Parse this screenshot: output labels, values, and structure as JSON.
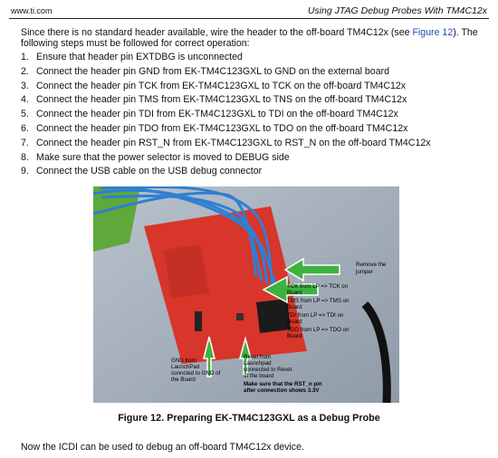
{
  "header": {
    "site": "www.ti.com",
    "section_title": "Using JTAG Debug Probes With TM4C12x"
  },
  "intro": {
    "text_before_link": "Since there is no standard header available, wire the header to the off-board TM4C12x (see ",
    "link_text": "Figure 12",
    "text_after_link": "). The following steps must be followed for correct operation:"
  },
  "steps": [
    {
      "num": "1.",
      "text": "Ensure that header pin EXTDBG is unconnected"
    },
    {
      "num": "2.",
      "text": "Connect the header pin GND from EK-TM4C123GXL to GND on the external board"
    },
    {
      "num": "3.",
      "text": "Connect the header pin TCK from EK-TM4C123GXL to TCK on the off-board TM4C12x"
    },
    {
      "num": "4.",
      "text": "Connect the header pin TMS from EK-TM4C123GXL to TNS on the off-board TM4C12x"
    },
    {
      "num": "5.",
      "text": "Connect the header pin TDI from EK-TM4C123GXL to TDI on the off-board TM4C12x"
    },
    {
      "num": "6.",
      "text": "Connect the header pin TDO from EK-TM4C123GXL to TDO on the off-board TM4C12x"
    },
    {
      "num": "7.",
      "text": "Connect the header pin RST_N from EK-TM4C123GXL to RST_N on the off-board TM4C12x"
    },
    {
      "num": "8.",
      "text": "Make sure that the power selector is moved to DEBUG side"
    },
    {
      "num": "9.",
      "text": "Connect the USB cable on the USB debug connector"
    }
  ],
  "figure": {
    "annotations": {
      "remove_jumper_1": "Remove the",
      "remove_jumper_2": "jumper",
      "tck_1": "TCK from LP => TCK on",
      "tck_2": "Board",
      "tms_1": "TMS from LP => TMS on",
      "tms_2": "Board",
      "tdi_1": "TDI from LP => TDI on",
      "tdi_2": "Board",
      "tdo_1": "TDO from LP => TDO on",
      "tdo_2": "Board",
      "gnd_1": "GND from",
      "gnd_2": "LaunchPad",
      "gnd_3": "conncted to GND of",
      "gnd_4": "the Board",
      "reset_1": "Reset from",
      "reset_2": "Launchpad",
      "reset_3": "connected to Reset",
      "reset_4": "of the board",
      "rst_note_1": "Make sure that the RST_n pin",
      "rst_note_2": "after connection shows 3.3V"
    },
    "caption": "Figure 12. Preparing EK-TM4C123GXL as a Debug Probe"
  },
  "closing": "Now the ICDI can be used to debug an off-board TM4C12x device.",
  "colors": {
    "link": "#1f4fb7",
    "arrow": "#3fb13f",
    "board": "#d8352b",
    "wire": "#2f7fd3"
  }
}
